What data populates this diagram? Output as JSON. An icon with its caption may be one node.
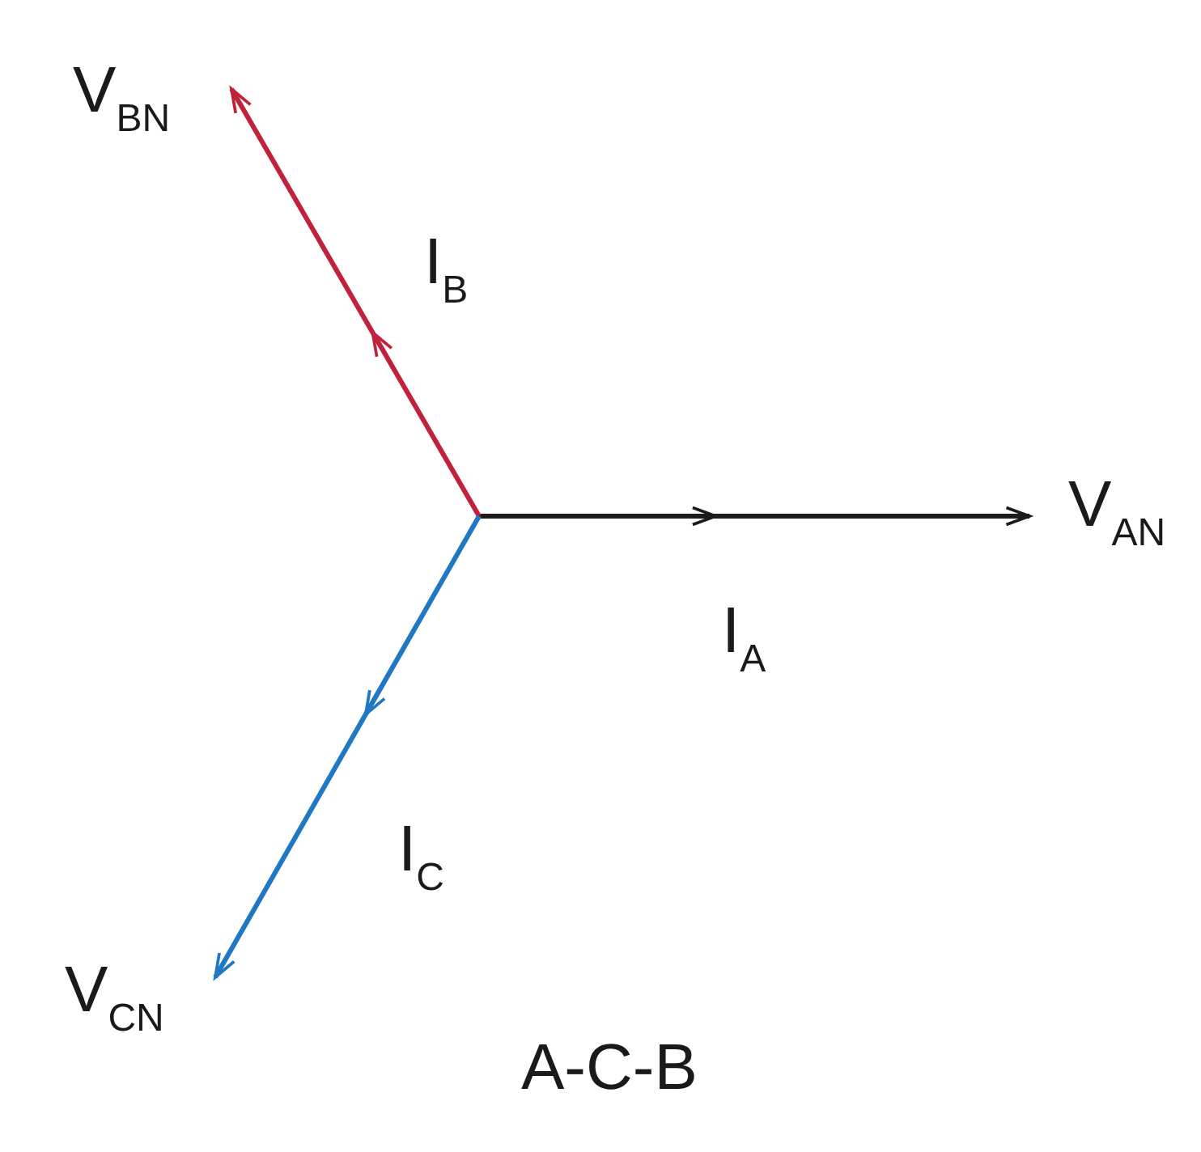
{
  "diagram": {
    "labels": [
      "V$_{BN}$",
      "I$_{B}$",
      "V$_{AN}$",
      "I$_{A}$",
      "I$_{C}$",
      "V$_{CN}$",
      "A-C-B"
    ]
  }
}
